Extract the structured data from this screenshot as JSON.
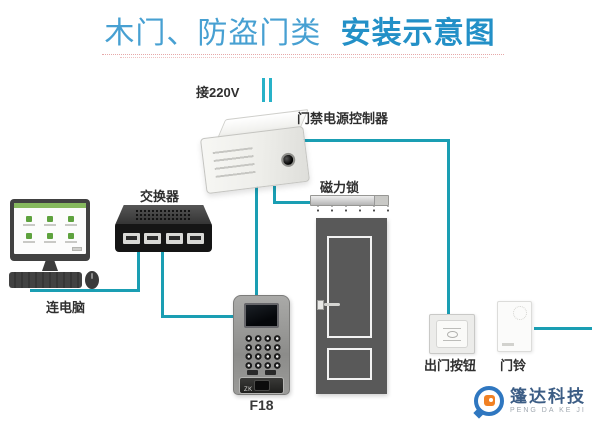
{
  "title": {
    "segment_regular": "木门、防盗门类",
    "segment_bold": "安装示意图"
  },
  "labels": {
    "power_input": "接220V",
    "power_controller": "门禁电源控制器",
    "network_switch": "交换器",
    "magnetic_lock": "磁力锁",
    "computer": "连电脑",
    "access_device": "F18",
    "exit_button": "出门按钮",
    "doorbell": "门铃"
  },
  "devices": {
    "access_device_brand": "ZK"
  },
  "logo": {
    "company": "篷达科技",
    "romanized": "PENG DA KE JI"
  },
  "colors": {
    "title_blue_regular": "#47a0d2",
    "title_blue_bold": "#2390c7",
    "underline_red": "#d66e6e",
    "wire_teal": "#1a9eb3",
    "plug_cyan": "#28b2c8",
    "label_dark": "#2f2f2f",
    "door_gray": "#595959",
    "logo_blue": "#2f77c0",
    "logo_orange": "#f08124"
  }
}
